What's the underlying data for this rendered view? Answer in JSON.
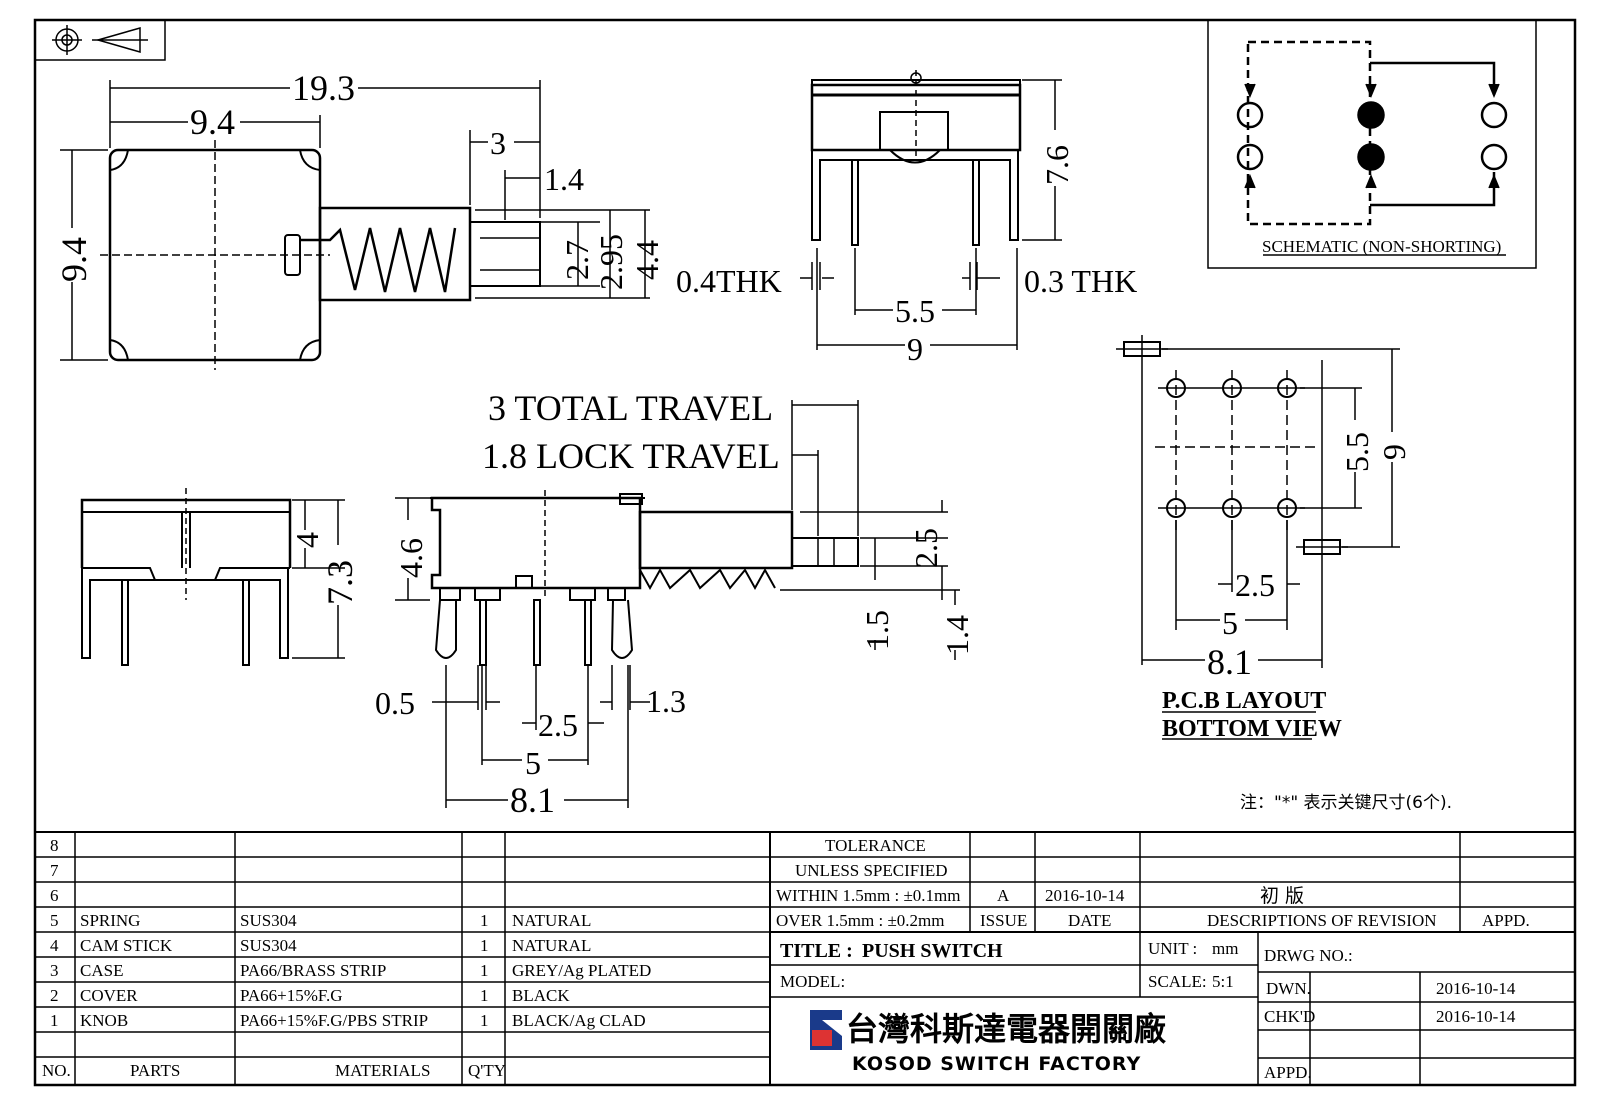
{
  "dims": {
    "top_total_width": "19.3",
    "top_body_half": "9.4",
    "top_body_height": "9.4",
    "top_knob_len": "3",
    "top_knob_tip": "1.4",
    "top_knob_27": "2.7",
    "top_knob_295": "2.95",
    "top_knob_44": "4.4",
    "end_height": "7.6",
    "end_thk_left": "0.4THK",
    "end_thk_right": "0.3 THK",
    "end_pin_span": "5.5",
    "end_width": "9",
    "travel_total": "3 TOTAL TRAVEL",
    "travel_lock": "1.8 LOCK TRAVEL",
    "left_h1": "4",
    "left_h2": "7.3",
    "side_h1": "4.6",
    "side_knob_25": "2.5",
    "side_15": "1.5",
    "side_14": "1.4",
    "side_05": "0.5",
    "side_13": "1.3",
    "side_pitch": "2.5",
    "side_5": "5",
    "side_81": "8.1",
    "pcb_55": "5.5",
    "pcb_9": "9",
    "pcb_25": "2.5",
    "pcb_5": "5",
    "pcb_81": "8.1"
  },
  "schematic_label": "SCHEMATIC (NON-SHORTING)",
  "pcb_label_1": "P.C.B LAYOUT",
  "pcb_label_2": "BOTTOM VIEW",
  "note": "注：\"*\"  表示关键尺寸(6个).",
  "bom": {
    "row_numbers": [
      "8",
      "7",
      "6"
    ],
    "items": [
      {
        "no": "5",
        "part": "SPRING",
        "material": "SUS304",
        "qty": "1",
        "finish": "NATURAL"
      },
      {
        "no": "4",
        "part": "CAM STICK",
        "material": "SUS304",
        "qty": "1",
        "finish": "NATURAL"
      },
      {
        "no": "3",
        "part": "CASE",
        "material": "PA66/BRASS STRIP",
        "qty": "1",
        "finish": "GREY/Ag PLATED"
      },
      {
        "no": "2",
        "part": "COVER",
        "material": "PA66+15%F.G",
        "qty": "1",
        "finish": "BLACK"
      },
      {
        "no": "1",
        "part": "KNOB",
        "material": "PA66+15%F.G/PBS STRIP",
        "qty": "1",
        "finish": "BLACK/Ag CLAD"
      }
    ],
    "header": {
      "no": "NO.",
      "parts": "PARTS",
      "materials": "MATERIALS",
      "qty": "Q'TY"
    }
  },
  "tolerance": {
    "line1": "TOLERANCE",
    "line2": "UNLESS  SPECIFIED",
    "within": "WITHIN 1.5mm : ±0.1mm",
    "over": "OVER 1.5mm : ±0.2mm"
  },
  "revision": {
    "issue": "A",
    "date": "2016-10-14",
    "desc": "初  版",
    "hdr_issue": "ISSUE",
    "hdr_date": "DATE",
    "hdr_desc": "DESCRIPTIONS OF REVISION",
    "hdr_appd": "APPD."
  },
  "title_block": {
    "title_label": "TITLE :",
    "title": "PUSH SWITCH",
    "unit_label": "UNIT :",
    "unit": "mm",
    "drwg_label": "DRWG NO.:",
    "model_label": "MODEL:",
    "scale_label": "SCALE:",
    "scale": "5:1",
    "dwn_label": "DWN.",
    "dwn_date": "2016-10-14",
    "chkd_label": "CHK'D",
    "chkd_date": "2016-10-14",
    "appd_label": "APPD.",
    "company_cn": "台灣科斯達電器開關廠",
    "company_en": "KOSOD SWITCH FACTORY"
  }
}
